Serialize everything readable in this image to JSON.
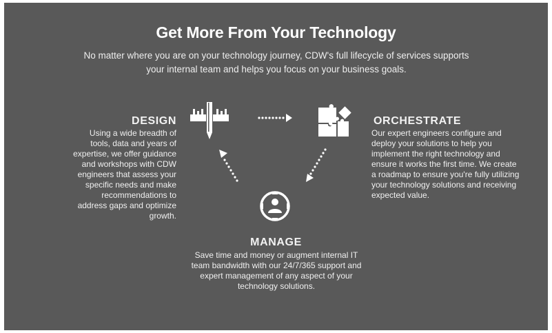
{
  "colors": {
    "panel_background": "#595959",
    "text": "#ffffff"
  },
  "header": {
    "title": "Get More From Your Technology",
    "subtitle": "No matter where you are on your technology journey, CDW's full lifecycle of services supports your internal team and helps you focus on your business goals."
  },
  "sections": {
    "design": {
      "heading": "DESIGN",
      "icon": "ruler-pencil-icon",
      "body": "Using a wide breadth of tools, data and years of expertise, we offer guidance and workshops with CDW engineers that assess your specific needs and make recommendations to address gaps and optimize growth."
    },
    "orchestrate": {
      "heading": "ORCHESTRATE",
      "icon": "puzzle-icon",
      "body": "Our expert engineers configure and deploy your solutions to help you implement the right technology and ensure it works the first time. We create a roadmap to ensure you're fully utilizing your technology solutions and receiving expected value."
    },
    "manage": {
      "heading": "MANAGE",
      "icon": "person-circle-icon",
      "body": "Save time and money or augment internal IT team bandwidth with our 24/7/365 support and expert management of any aspect of your technology solutions."
    }
  },
  "arrows": [
    "dotted-arrow-right-icon",
    "dotted-arrow-down-left-icon",
    "dotted-arrow-up-left-icon"
  ]
}
